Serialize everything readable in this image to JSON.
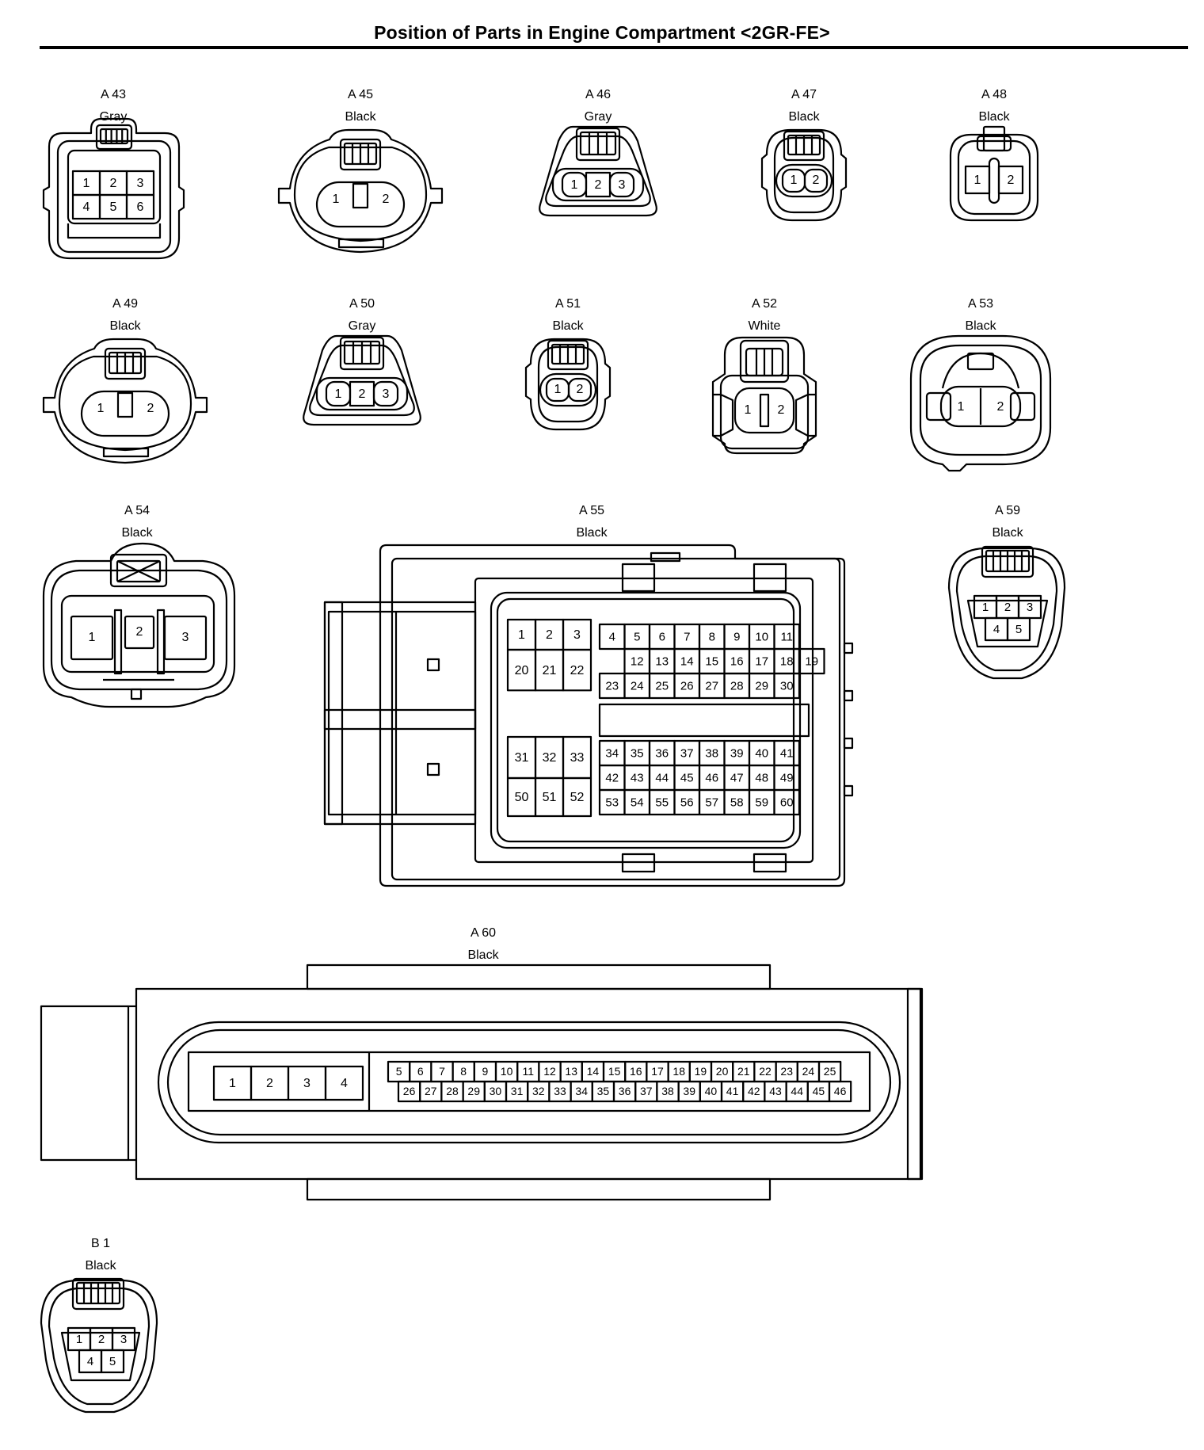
{
  "title": "Position of Parts in Engine Compartment <2GR-FE>",
  "connectors": [
    {
      "id": "A 43",
      "color": "Gray",
      "pins": [
        "1",
        "2",
        "3",
        "4",
        "5",
        "6"
      ]
    },
    {
      "id": "A 45",
      "color": "Black",
      "pins": [
        "1",
        "2"
      ]
    },
    {
      "id": "A 46",
      "color": "Gray",
      "pins": [
        "1",
        "2",
        "3"
      ]
    },
    {
      "id": "A 47",
      "color": "Black",
      "pins": [
        "1",
        "2"
      ]
    },
    {
      "id": "A 48",
      "color": "Black",
      "pins": [
        "1",
        "2"
      ]
    },
    {
      "id": "A 49",
      "color": "Black",
      "pins": [
        "1",
        "2"
      ]
    },
    {
      "id": "A 50",
      "color": "Gray",
      "pins": [
        "1",
        "2",
        "3"
      ]
    },
    {
      "id": "A 51",
      "color": "Black",
      "pins": [
        "1",
        "2"
      ]
    },
    {
      "id": "A 52",
      "color": "White",
      "pins": [
        "1",
        "2"
      ]
    },
    {
      "id": "A 53",
      "color": "Black",
      "pins": [
        "1",
        "2"
      ]
    },
    {
      "id": "A 54",
      "color": "Black",
      "pins": [
        "1",
        "2",
        "3"
      ]
    },
    {
      "id": "A 55",
      "color": "Black",
      "pins": [
        "1",
        "2",
        "3",
        "4",
        "5",
        "6",
        "7",
        "8",
        "9",
        "10",
        "11",
        "12",
        "13",
        "14",
        "15",
        "16",
        "17",
        "18",
        "19",
        "20",
        "21",
        "22",
        "23",
        "24",
        "25",
        "26",
        "27",
        "28",
        "29",
        "30",
        "31",
        "32",
        "33",
        "34",
        "35",
        "36",
        "37",
        "38",
        "39",
        "40",
        "41",
        "42",
        "43",
        "44",
        "45",
        "46",
        "47",
        "48",
        "49",
        "50",
        "51",
        "52",
        "53",
        "54",
        "55",
        "56",
        "57",
        "58",
        "59",
        "60"
      ]
    },
    {
      "id": "A 59",
      "color": "Black",
      "pins": [
        "1",
        "2",
        "3",
        "4",
        "5"
      ]
    },
    {
      "id": "A 60",
      "color": "Black",
      "pins": [
        "1",
        "2",
        "3",
        "4",
        "5",
        "6",
        "7",
        "8",
        "9",
        "10",
        "11",
        "12",
        "13",
        "14",
        "15",
        "16",
        "17",
        "18",
        "19",
        "20",
        "21",
        "22",
        "23",
        "24",
        "25",
        "26",
        "27",
        "28",
        "29",
        "30",
        "31",
        "32",
        "33",
        "34",
        "35",
        "36",
        "37",
        "38",
        "39",
        "40",
        "41",
        "42",
        "43",
        "44",
        "45",
        "46"
      ]
    },
    {
      "id": "B 1",
      "color": "Black",
      "pins": [
        "1",
        "2",
        "3",
        "4",
        "5"
      ]
    }
  ]
}
